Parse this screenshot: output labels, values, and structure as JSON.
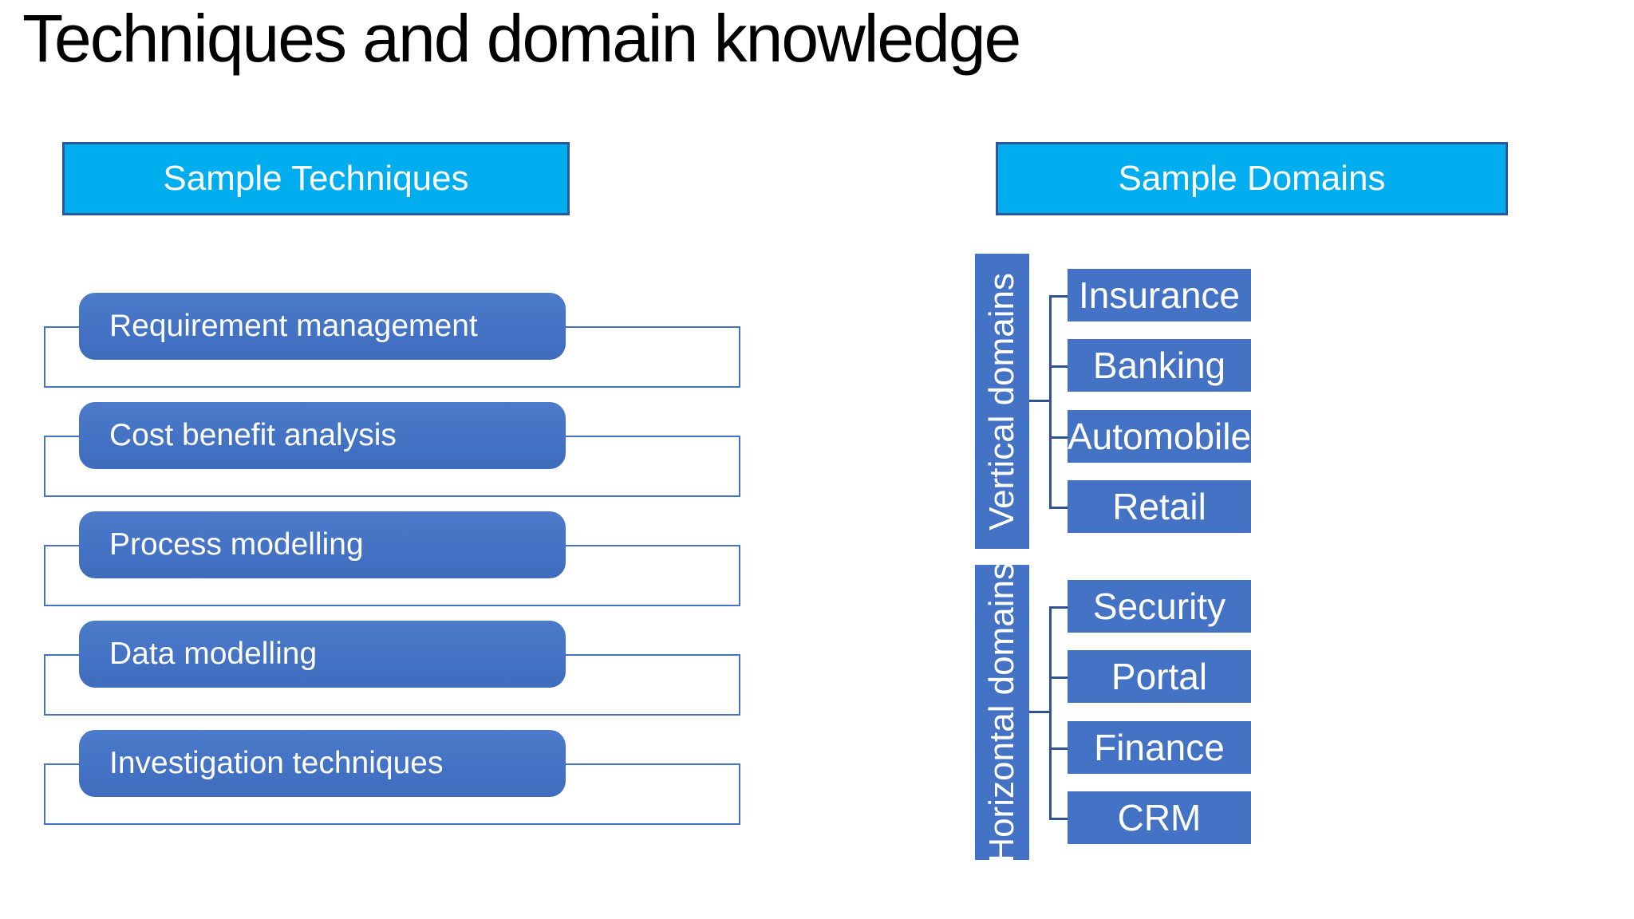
{
  "slide": {
    "title": "Techniques and domain knowledge"
  },
  "techniques": {
    "header": "Sample Techniques",
    "items": [
      "Requirement management",
      "Cost benefit analysis",
      "Process modelling",
      "Data modelling",
      "Investigation techniques"
    ]
  },
  "domains": {
    "header": "Sample Domains",
    "groups": [
      {
        "label": "Vertical domains",
        "items": [
          "Insurance",
          "Banking",
          "Automobile",
          "Retail"
        ]
      },
      {
        "label": "Horizontal domains",
        "items": [
          "Security",
          "Portal",
          "Finance",
          "CRM"
        ]
      }
    ]
  },
  "colors": {
    "accent_blue": "#4472C4",
    "header_cyan": "#00AEEF",
    "header_border": "#2C5898",
    "connector_blue": "#2F5496",
    "text_white": "#FFFFFF",
    "title_black": "#000000"
  }
}
